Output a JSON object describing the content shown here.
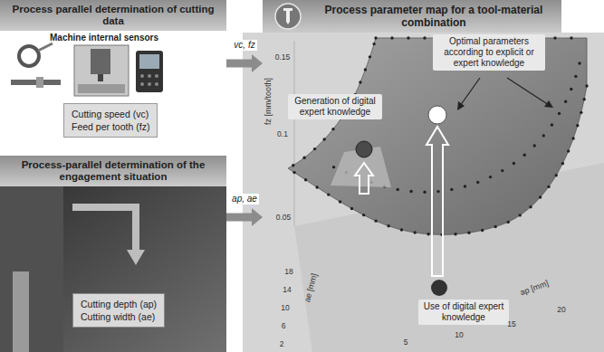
{
  "diagram": {
    "nodes": [
      {
        "text": [
          "Process parallel determination of cutting data",
          "Machine internal sensors"
        ]
      },
      {
        "text": [
          "Cutting speed (vc)",
          "Feed per tooth (fz)"
        ],
        "in": 0
      },
      {
        "text": [
          "Process-parallel determination of the engagement situation"
        ]
      },
      {
        "text": [
          "Cutting depth (ap)",
          "Cutting width (ae)"
        ],
        "in": 2
      },
      {
        "text": [
          "Process parameter map for a tool-material combination"
        ]
      },
      {
        "text": [
          "Generation of digital expert knowledge"
        ],
        "in": 4
      },
      {
        "text": [
          "Optimal parameters according to explicit or expert knowledge"
        ],
        "in": 4
      },
      {
        "text": [
          "Use of digital expert knowledge"
        ],
        "in": 4
      }
    ],
    "edges": [
      {
        "from": 0,
        "to": 4,
        "arrow": "to",
        "label": "vc, fz"
      },
      {
        "from": 2,
        "to": 4,
        "arrow": "to",
        "label": "ap, ae"
      }
    ],
    "labels": [
      "0.15",
      "0.1",
      "0.05",
      "fz [mm/tooth]",
      "2",
      "6",
      "10",
      "14",
      "18",
      "ae [mm]",
      "5",
      "10",
      "15",
      "20",
      "ap [mm]"
    ]
  }
}
